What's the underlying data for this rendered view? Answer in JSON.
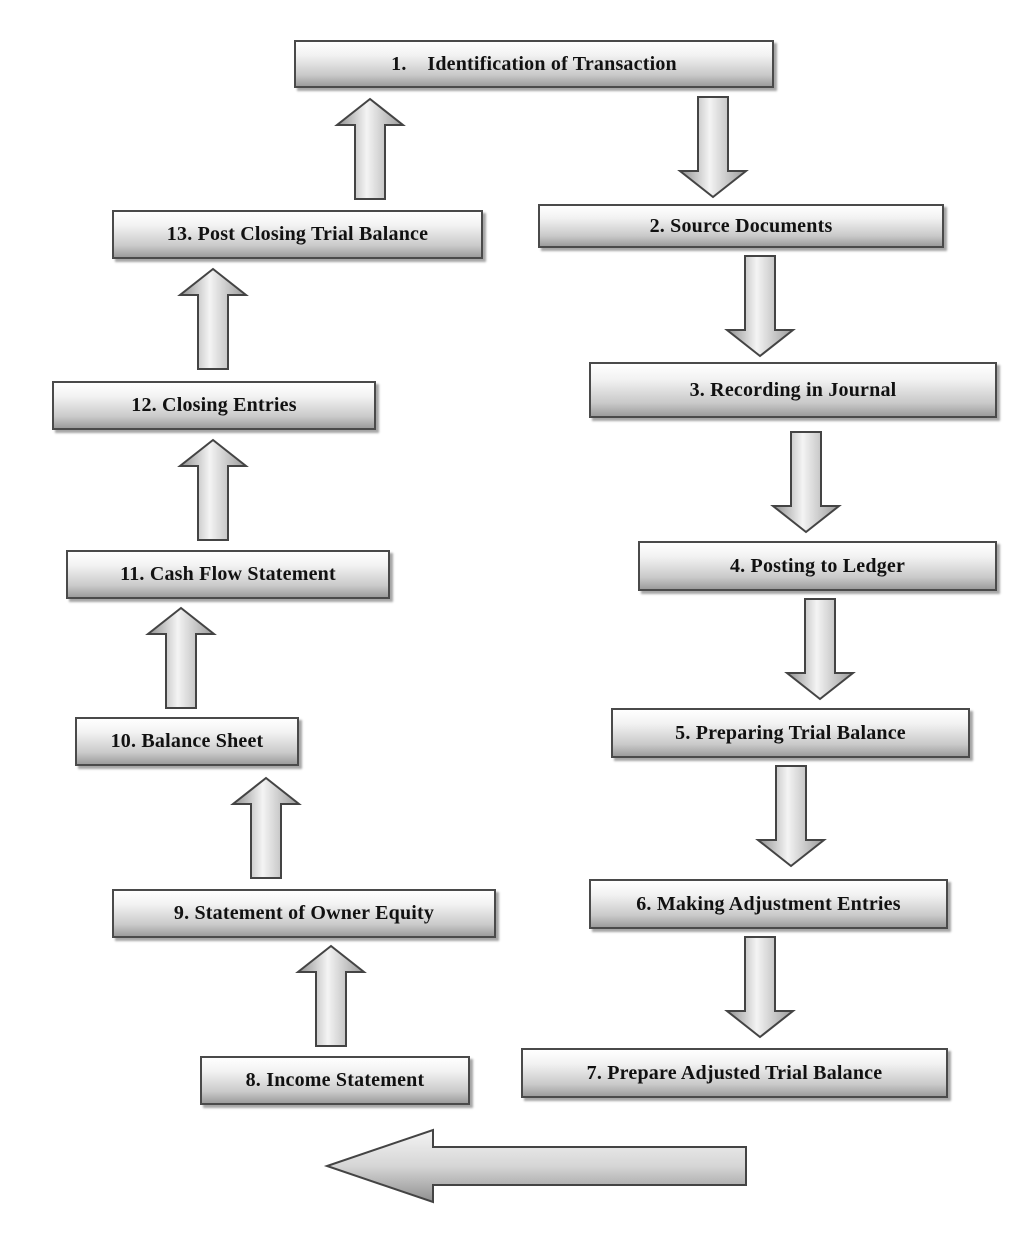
{
  "steps": [
    {
      "id": "step-1",
      "label": "1.    Identification of Transaction"
    },
    {
      "id": "step-2",
      "label": "2. Source Documents"
    },
    {
      "id": "step-3",
      "label": "3. Recording in Journal"
    },
    {
      "id": "step-4",
      "label": "4. Posting to Ledger"
    },
    {
      "id": "step-5",
      "label": "5. Preparing Trial Balance"
    },
    {
      "id": "step-6",
      "label": "6. Making Adjustment Entries"
    },
    {
      "id": "step-7",
      "label": "7. Prepare Adjusted Trial Balance"
    },
    {
      "id": "step-8",
      "label": "8. Income Statement"
    },
    {
      "id": "step-9",
      "label": "9. Statement of Owner Equity"
    },
    {
      "id": "step-10",
      "label": "10. Balance Sheet"
    },
    {
      "id": "step-11",
      "label": "11. Cash Flow Statement"
    },
    {
      "id": "step-12",
      "label": "12. Closing Entries"
    },
    {
      "id": "step-13",
      "label": "13. Post Closing Trial Balance"
    }
  ],
  "flow": [
    [
      "step-1",
      "step-2"
    ],
    [
      "step-2",
      "step-3"
    ],
    [
      "step-3",
      "step-4"
    ],
    [
      "step-4",
      "step-5"
    ],
    [
      "step-5",
      "step-6"
    ],
    [
      "step-6",
      "step-7"
    ],
    [
      "step-7",
      "step-8"
    ],
    [
      "step-8",
      "step-9"
    ],
    [
      "step-9",
      "step-10"
    ],
    [
      "step-10",
      "step-11"
    ],
    [
      "step-11",
      "step-12"
    ],
    [
      "step-12",
      "step-13"
    ],
    [
      "step-13",
      "step-1"
    ]
  ],
  "colors": {
    "box_border": "#4a4a4a",
    "arrow_stroke": "#444444",
    "text": "#111111"
  }
}
